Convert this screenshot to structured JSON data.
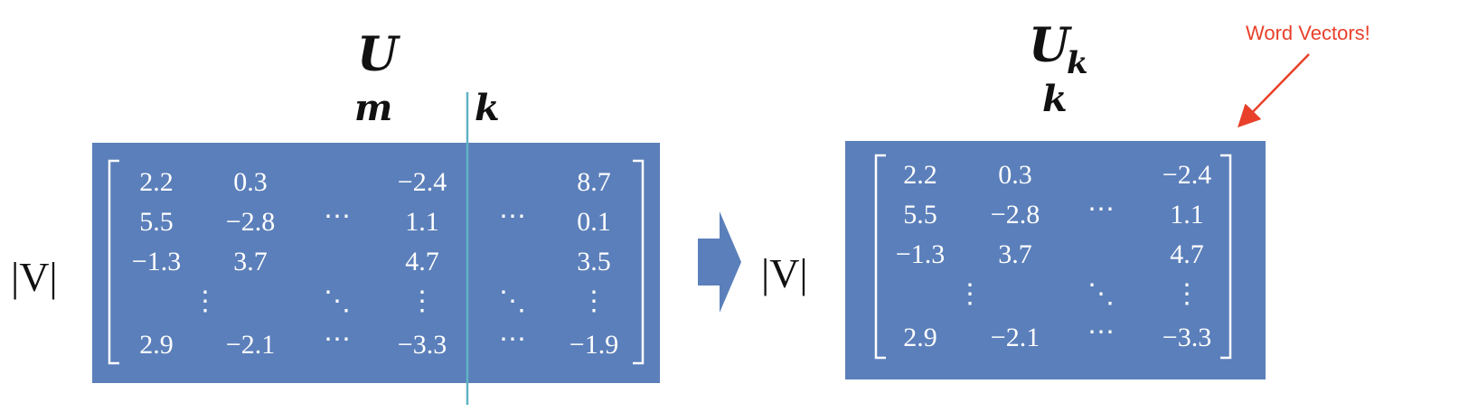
{
  "left": {
    "title": "U",
    "label_m": "m",
    "label_k": "k",
    "row_label": "|V|",
    "rows": [
      [
        "2.2",
        "0.3",
        "",
        "−2.4",
        "",
        "8.7"
      ],
      [
        "5.5",
        "−2.8",
        "⋯",
        "1.1",
        "⋯",
        "0.1"
      ],
      [
        "−1.3",
        "3.7",
        "",
        "4.7",
        "",
        "3.5"
      ],
      [
        "",
        "⋮",
        "⋱",
        "⋮",
        "⋱",
        "⋮"
      ],
      [
        "2.9",
        "−2.1",
        "⋯",
        "−3.3",
        "⋯",
        "−1.9"
      ]
    ]
  },
  "right": {
    "title": "U",
    "title_sub": "k",
    "label_k": "k",
    "row_label": "|V|",
    "rows": [
      [
        "2.2",
        "0.3",
        "",
        "−2.4"
      ],
      [
        "5.5",
        "−2.8",
        "⋯",
        "1.1"
      ],
      [
        "−1.3",
        "3.7",
        "",
        "4.7"
      ],
      [
        "",
        "⋮",
        "⋱",
        "⋮"
      ],
      [
        "2.9",
        "−2.1",
        "⋯",
        "−3.3"
      ]
    ]
  },
  "annotation": {
    "text": "Word Vectors!"
  },
  "colors": {
    "matrix_fill": "#5b7fba",
    "arrow_fill": "#5b7fba",
    "divider": "#5fb3c4",
    "annotation": "#e8402a"
  }
}
